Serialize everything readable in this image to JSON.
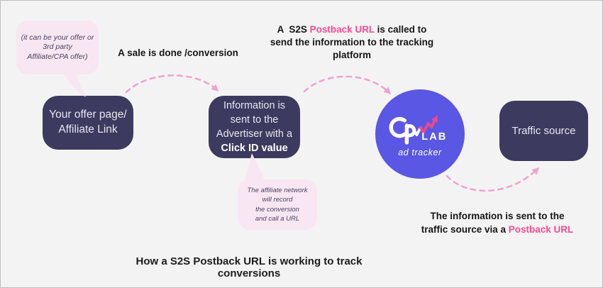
{
  "colors": {
    "canvas_bg": "#f4f3f4",
    "node_bg": "#3c3a5f",
    "node_text": "#e7e5f1",
    "circle_bg": "#5a57e4",
    "bubble_bg": "#f8e7f2",
    "accent_pink": "#fb4b8e",
    "arrow_pink": "#f0a6d0",
    "logo_zigzag_pink": "#e8498f"
  },
  "offer_bubble": {
    "line1": "(it can be your offer or",
    "line2": "3rd party",
    "line3": "Affiliate/CPA offer)"
  },
  "sale_label": "A sale is done /conversion",
  "call_note": {
    "pre": "A  S2S ",
    "highlight": "Postback URL",
    "post": " is called to",
    "line2": "send the information to the tracking",
    "line3": "platform"
  },
  "offer_box": {
    "line1": "Your offer page/",
    "line2": "Affiliate Link"
  },
  "info_box": {
    "line1": "Information is",
    "line2": "sent to the",
    "line3": "Advertiser with a",
    "line4_bold": "Click ID value"
  },
  "tracker_badge": {
    "lab": "LAB",
    "subtitle": "ad tracker"
  },
  "traffic_box": {
    "label": "Traffic source"
  },
  "affiliate_bubble": {
    "line1": "The affiliate network",
    "line2": "will record",
    "line3": "the conversion",
    "line4": "and call a URL"
  },
  "send_note": {
    "line1": "The information is sent to the",
    "line2_pre": "traffic source via a ",
    "line2_highlight": "Postback URL"
  },
  "title": "How a S2S Postback URL is working to track conversions"
}
